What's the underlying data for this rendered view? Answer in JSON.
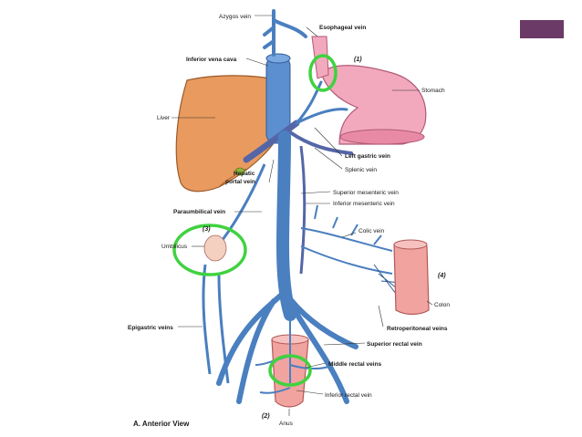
{
  "slide": {
    "accent_color": "#6b3a67"
  },
  "labels": {
    "azygos_vein": "Azygos vein",
    "esophageal_vein": "Esophageal vein",
    "inferior_vena_cava": "Inferior vena cava",
    "stomach": "Stomach",
    "liver": "Liver",
    "left_gastric_vein": "Left gastric vein",
    "splenic_vein": "Splenic vein",
    "hepatic_portal_vein_1": "Hepatic",
    "hepatic_portal_vein_2": "portal vein",
    "superior_mesenteric_vein": "Superior mesenteric vein",
    "inferior_mesenteric_vein": "Inferior mesenteric vein",
    "paraumbilical_vein": "Paraumbilical vein",
    "colic_vein": "Colic vein",
    "umbilicus": "Umbilicus",
    "colon": "Colon",
    "retroperitoneal_veins": "Retroperitoneal veins",
    "epigastric_veins": "Epigastric veins",
    "superior_rectal_vein": "Superior rectal vein",
    "middle_rectal_veins": "Middle rectal veins",
    "inferior_rectal_vein": "Inferior rectal vein",
    "anus": "Anus",
    "view_caption": "A. Anterior View",
    "num_1": "(1)",
    "num_2": "(2)",
    "num_3": "(3)",
    "num_4": "(4)"
  },
  "colors": {
    "vein": "#4a7fc0",
    "vein_dark": "#2f5a96",
    "portal": "#5566a8",
    "liver": "#e99a5e",
    "stomach": "#f3a9bd",
    "colon": "#f1a3a0",
    "highlight": "#3fd23f"
  }
}
